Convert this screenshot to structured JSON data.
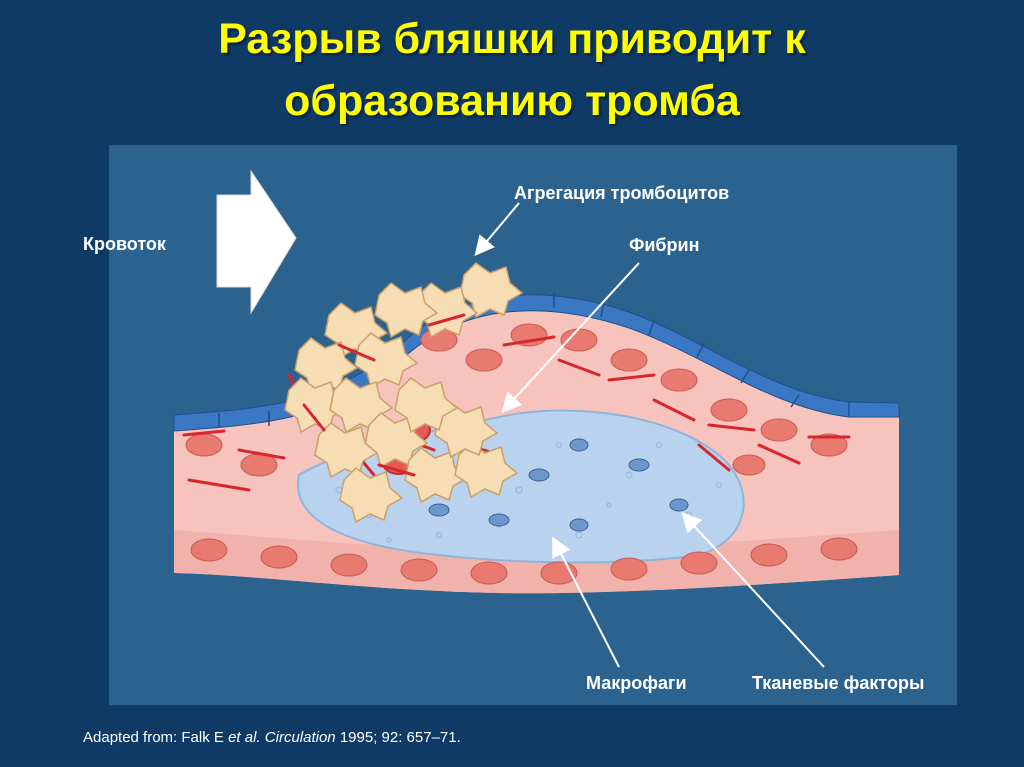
{
  "slide": {
    "title_line1": "Разрыв бляшки приводит к",
    "title_line2": "образованию тромба"
  },
  "labels": {
    "blood_flow": "Кровоток",
    "platelet_aggregation": "Агрегация тромбоцитов",
    "fibrin": "Фибрин",
    "macrophages": "Макрофаги",
    "tissue_factors": "Тканевые факторы"
  },
  "citation": {
    "prefix": "Adapted from: Falk E ",
    "etal": "et al.",
    "journal": "Circulation",
    "rest": " 1995; 92: 657–71."
  },
  "colors": {
    "background": "#0f3a66",
    "panel": "#2c628e",
    "title": "#ffff00",
    "tissue": "#f6c3bd",
    "cell": "#e97a70",
    "fibrin": "#d8262e",
    "core": "#b9d3ee",
    "endothelium": "#3b78c4",
    "platelet": "#f6ddb4"
  }
}
